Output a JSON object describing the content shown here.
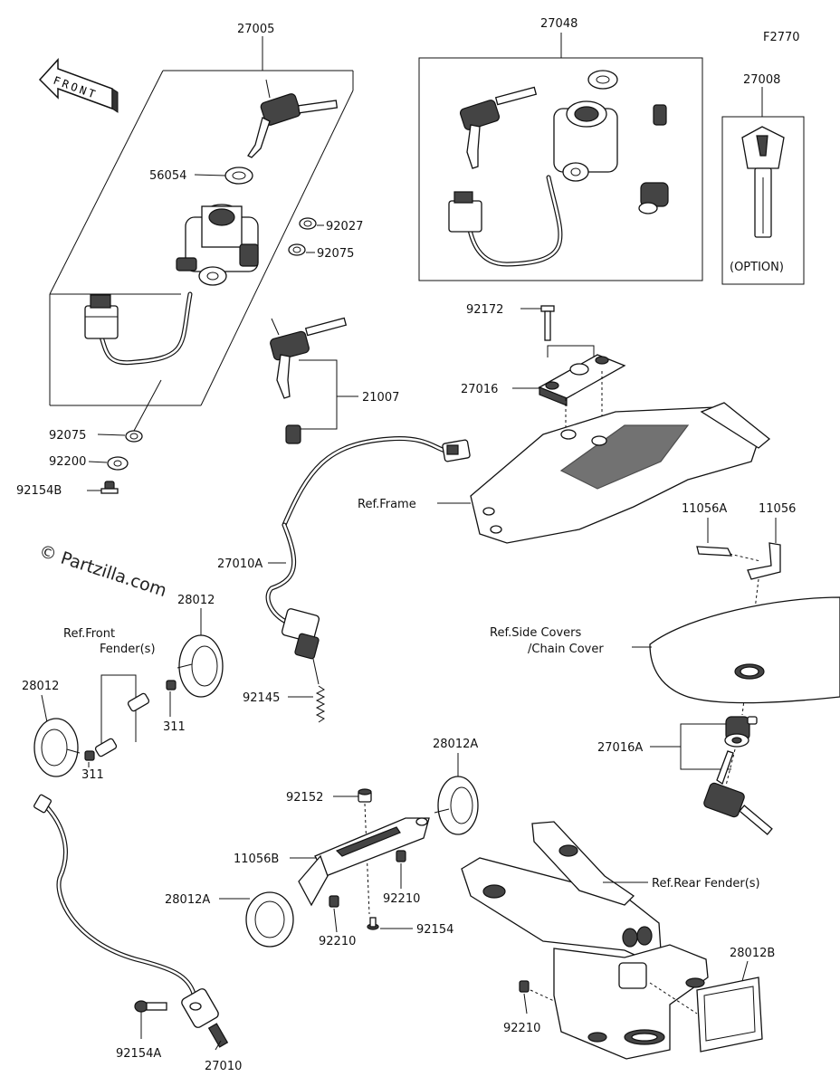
{
  "diagram_code": "F2770",
  "watermark": "© Partzilla.com",
  "front_arrow_label": "FRONT",
  "option_label": "(OPTION)",
  "labels": {
    "p27005": "27005",
    "p27048": "27048",
    "p27008": "27008",
    "p56054": "56054",
    "p92027": "92027",
    "p92075a": "92075",
    "p92075b": "92075",
    "p21007": "21007",
    "p92200": "92200",
    "p92154B": "92154B",
    "p92172": "92172",
    "p27016": "27016",
    "ref_frame": "Ref.Frame",
    "p11056A": "11056A",
    "p11056": "11056",
    "p27010A": "27010A",
    "p28012a": "28012",
    "ref_front_fender_1": "Ref.Front",
    "ref_front_fender_2": "Fender(s)",
    "p28012b": "28012",
    "p311a": "311",
    "p311b": "311",
    "p92145": "92145",
    "ref_side_covers_1": "Ref.Side Covers",
    "ref_side_covers_2": "/Chain Cover",
    "p27016A": "27016A",
    "p28012A_top": "28012A",
    "p92152": "92152",
    "p11056B": "11056B",
    "p28012A_left": "28012A",
    "p92210a": "92210",
    "p92210b": "92210",
    "p92154": "92154",
    "ref_rear_fender": "Ref.Rear Fender(s)",
    "p28012B": "28012B",
    "p92210c": "92210",
    "p92154A": "92154A",
    "p27010": "27010"
  }
}
